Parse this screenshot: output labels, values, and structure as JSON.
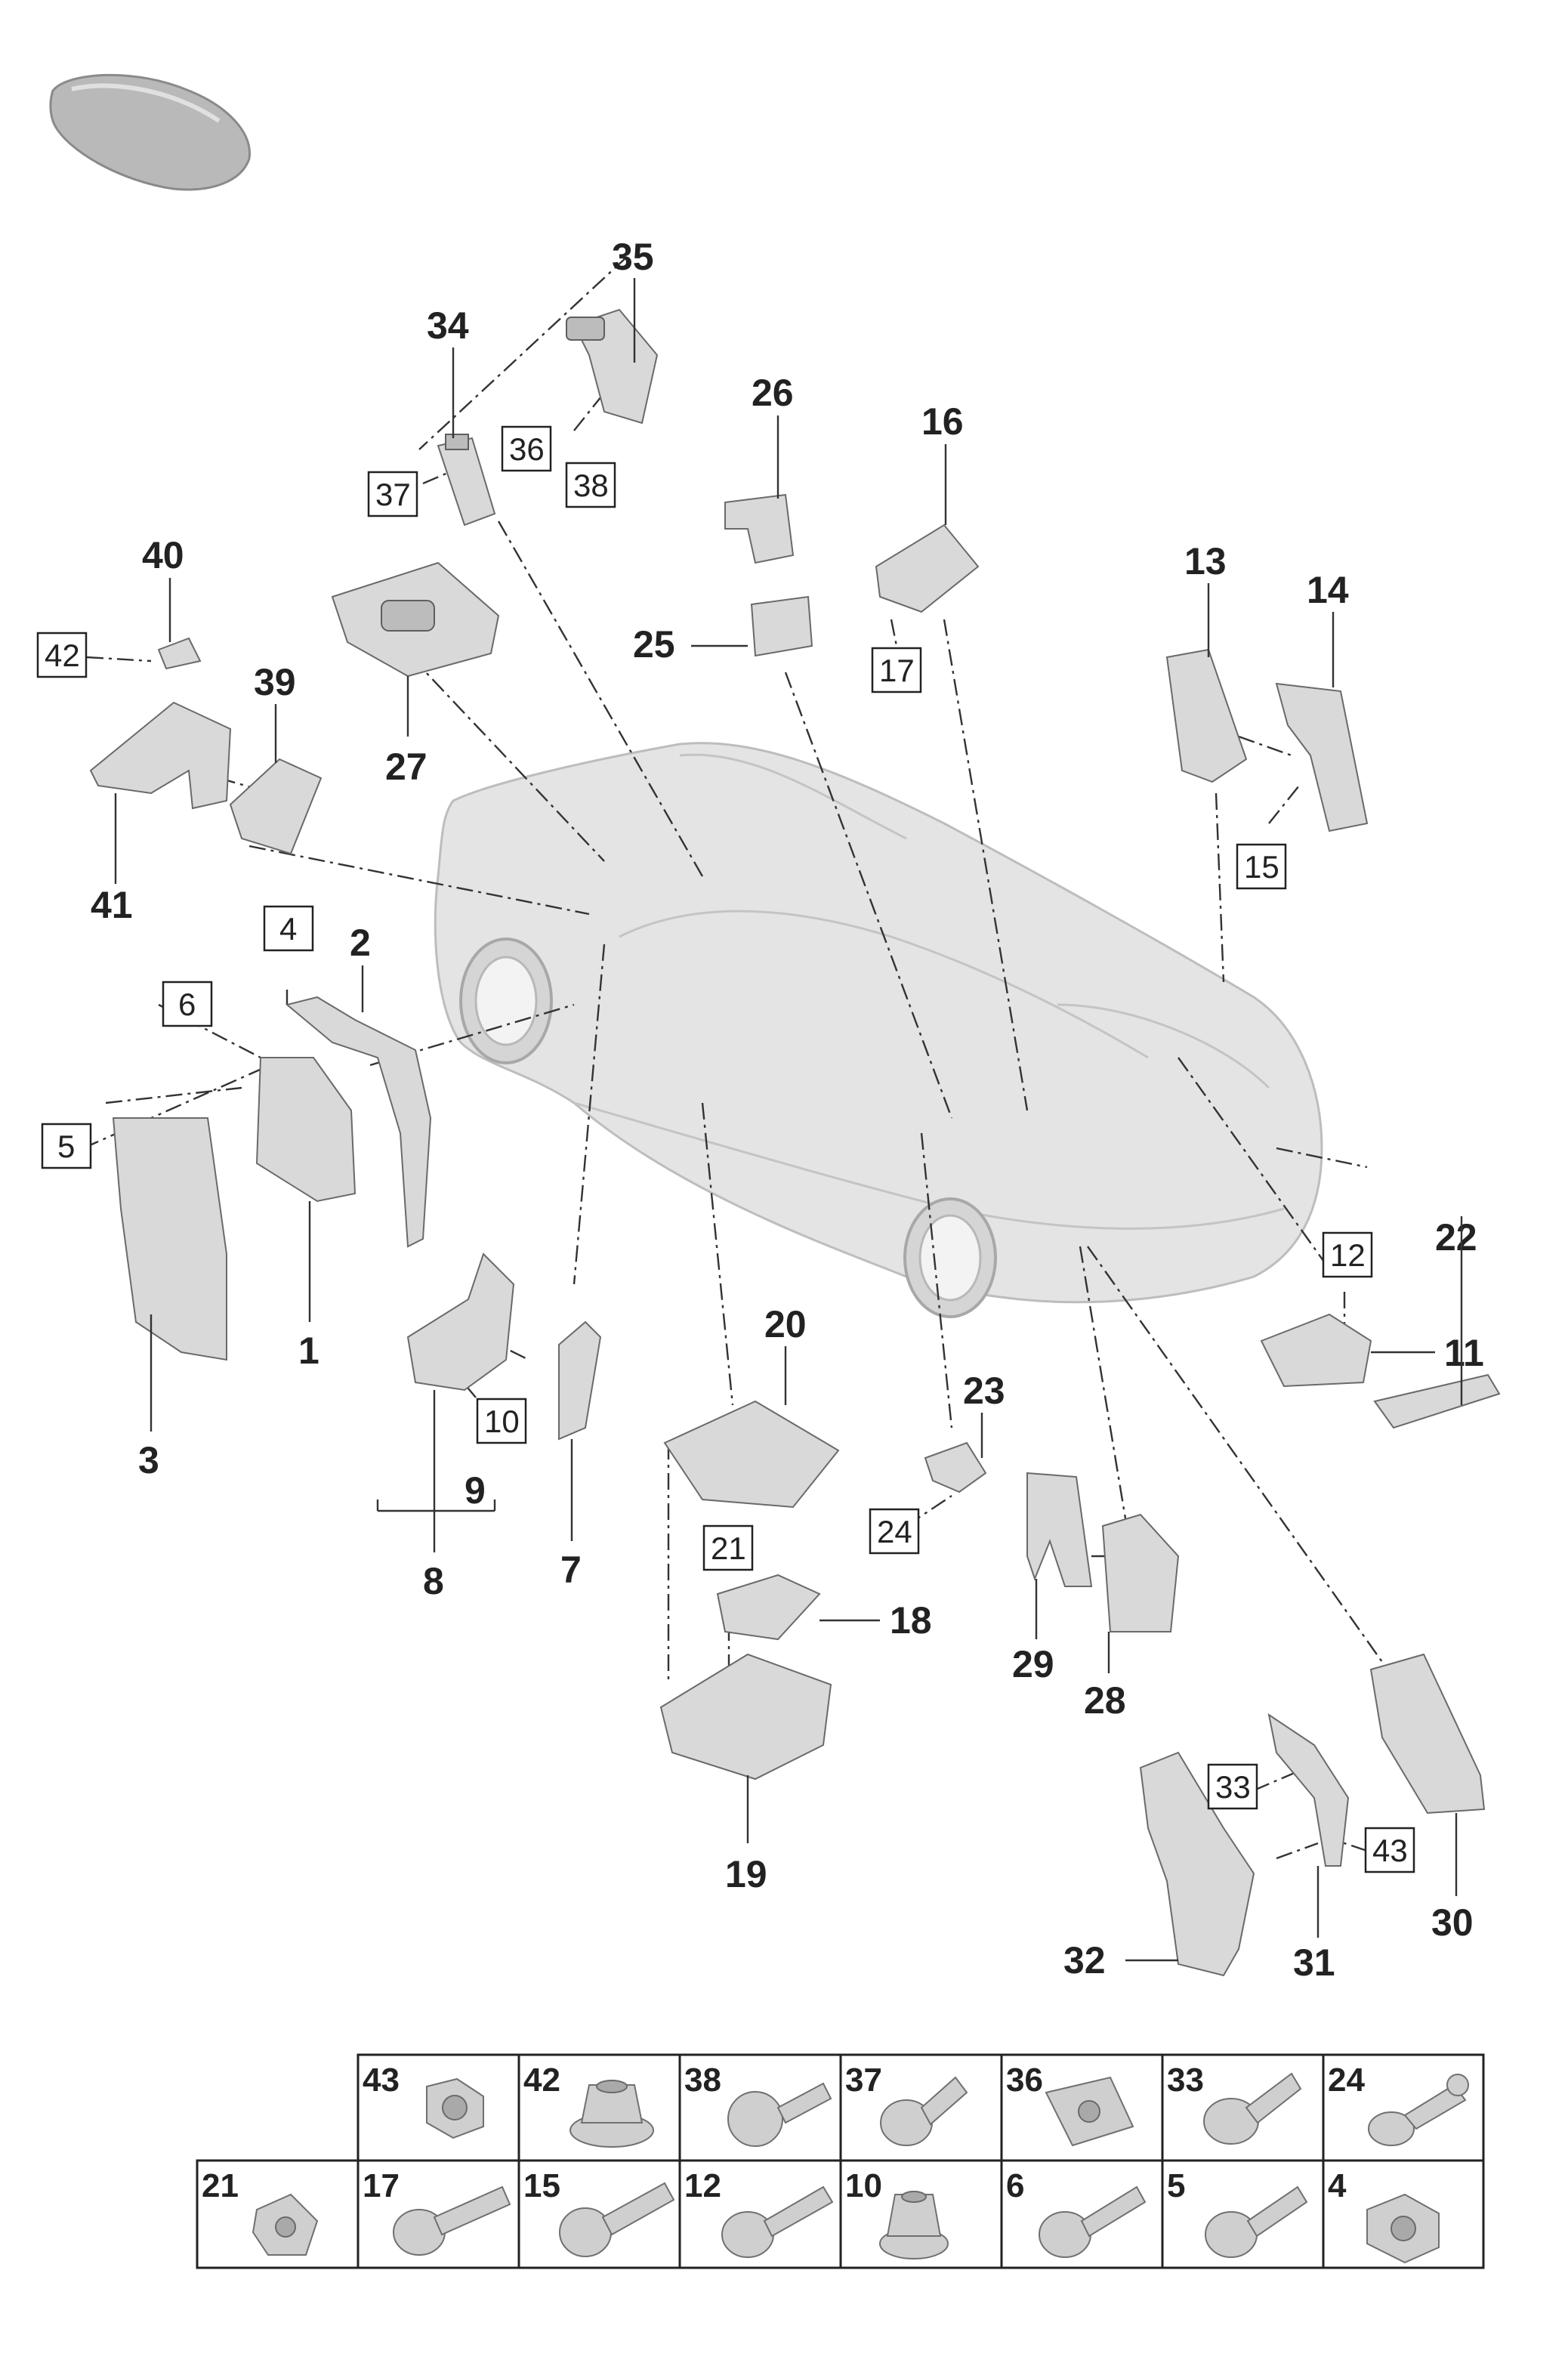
{
  "callouts": {
    "c1": "1",
    "c2": "2",
    "c3": "3",
    "c7": "7",
    "c8": "8",
    "c9": "9",
    "c11": "11",
    "c13": "13",
    "c14": "14",
    "c16": "16",
    "c18": "18",
    "c19": "19",
    "c20": "20",
    "c22": "22",
    "c23": "23",
    "c25": "25",
    "c26": "26",
    "c27": "27",
    "c28": "28",
    "c29": "29",
    "c30": "30",
    "c31": "31",
    "c32": "32",
    "c34": "34",
    "c35": "35",
    "c39": "39",
    "c40": "40",
    "c41": "41"
  },
  "boxed_callouts": {
    "b4": "4",
    "b5": "5",
    "b6": "6",
    "b10": "10",
    "b12": "12",
    "b15": "15",
    "b17": "17",
    "b21": "21",
    "b24": "24",
    "b33": "33",
    "b36": "36",
    "b37": "37",
    "b38": "38",
    "b42": "42",
    "b43": "43"
  },
  "fastener_table": {
    "row1": [
      {
        "number": "43",
        "icon": "hex-nut-flanged-icon"
      },
      {
        "number": "42",
        "icon": "weld-nut-icon"
      },
      {
        "number": "38",
        "icon": "torx-bolt-icon"
      },
      {
        "number": "37",
        "icon": "collar-bolt-icon"
      },
      {
        "number": "36",
        "icon": "spring-nut-clip-icon"
      },
      {
        "number": "33",
        "icon": "pan-head-bolt-icon"
      },
      {
        "number": "24",
        "icon": "expansion-rivet-icon"
      }
    ],
    "row2": [
      {
        "number": "21",
        "icon": "self-tapping-nut-icon"
      },
      {
        "number": "17",
        "icon": "long-bolt-icon"
      },
      {
        "number": "15",
        "icon": "torx-bolt-icon"
      },
      {
        "number": "12",
        "icon": "collar-bolt-icon"
      },
      {
        "number": "10",
        "icon": "hex-nut-flanged-icon"
      },
      {
        "number": "6",
        "icon": "collar-bolt-icon"
      },
      {
        "number": "5",
        "icon": "pan-head-bolt-icon"
      },
      {
        "number": "4",
        "icon": "hex-nut-icon"
      }
    ]
  }
}
